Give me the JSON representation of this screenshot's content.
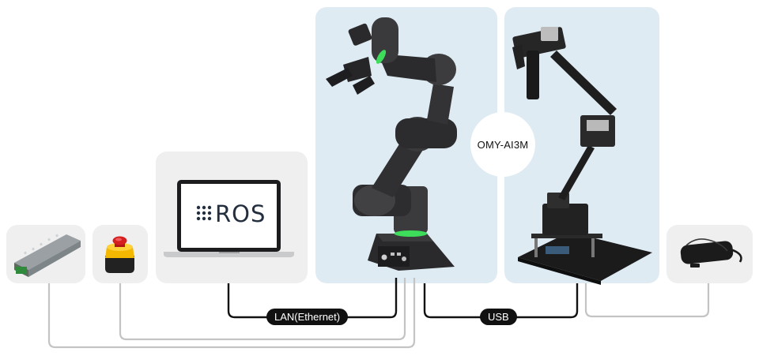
{
  "connections": {
    "lan_label": "LAN(Ethernet)",
    "usb_label": "USB"
  },
  "robot": {
    "model_label": "OMY-AI3M"
  },
  "laptop": {
    "screen_logo_text": "ROS",
    "logo_icon": "ros-dots-icon"
  },
  "devices": {
    "power_supply_icon": "power-supply-icon",
    "emergency_stop_icon": "emergency-stop-button-icon",
    "leader_arm_icon": "leader-arm-icon",
    "follower_arm_icon": "robot-arm-icon",
    "power_adapter_icon": "power-adapter-icon"
  },
  "colors": {
    "accent_green": "#3ddc5a",
    "panel_gray": "#efefef",
    "panel_blue": "#deebf3",
    "cable_black": "#111111",
    "cable_gray": "#c4c4c4"
  }
}
